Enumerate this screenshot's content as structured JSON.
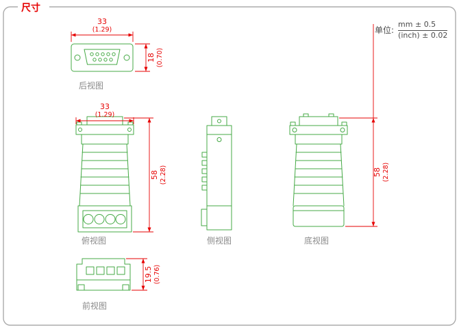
{
  "page": {
    "title": "尺寸"
  },
  "unit_note": {
    "label": "单位:",
    "metric_tolerance": "mm ± 0.5",
    "inch_tolerance": "(inch) ± 0.02"
  },
  "views": {
    "back": {
      "label": "后视图",
      "width_mm": "33",
      "width_in": "(1.29)",
      "height_mm": "18",
      "height_in": "(0.70)"
    },
    "top": {
      "label": "俯视图",
      "width_mm": "33",
      "width_in": "(1.29)",
      "height_mm": "58",
      "height_in": "(2.28)"
    },
    "side": {
      "label": "侧视图"
    },
    "bottom": {
      "label": "底视图",
      "height_mm": "58",
      "height_in": "(2.28)"
    },
    "front": {
      "label": "前视图",
      "height_mm": "19.5",
      "height_in": "(0.76)"
    }
  },
  "colors": {
    "drawing_green": "#44a944",
    "dimension_red": "#e60000",
    "label_gray": "#8a8a8a",
    "border_gray": "#ababab"
  }
}
